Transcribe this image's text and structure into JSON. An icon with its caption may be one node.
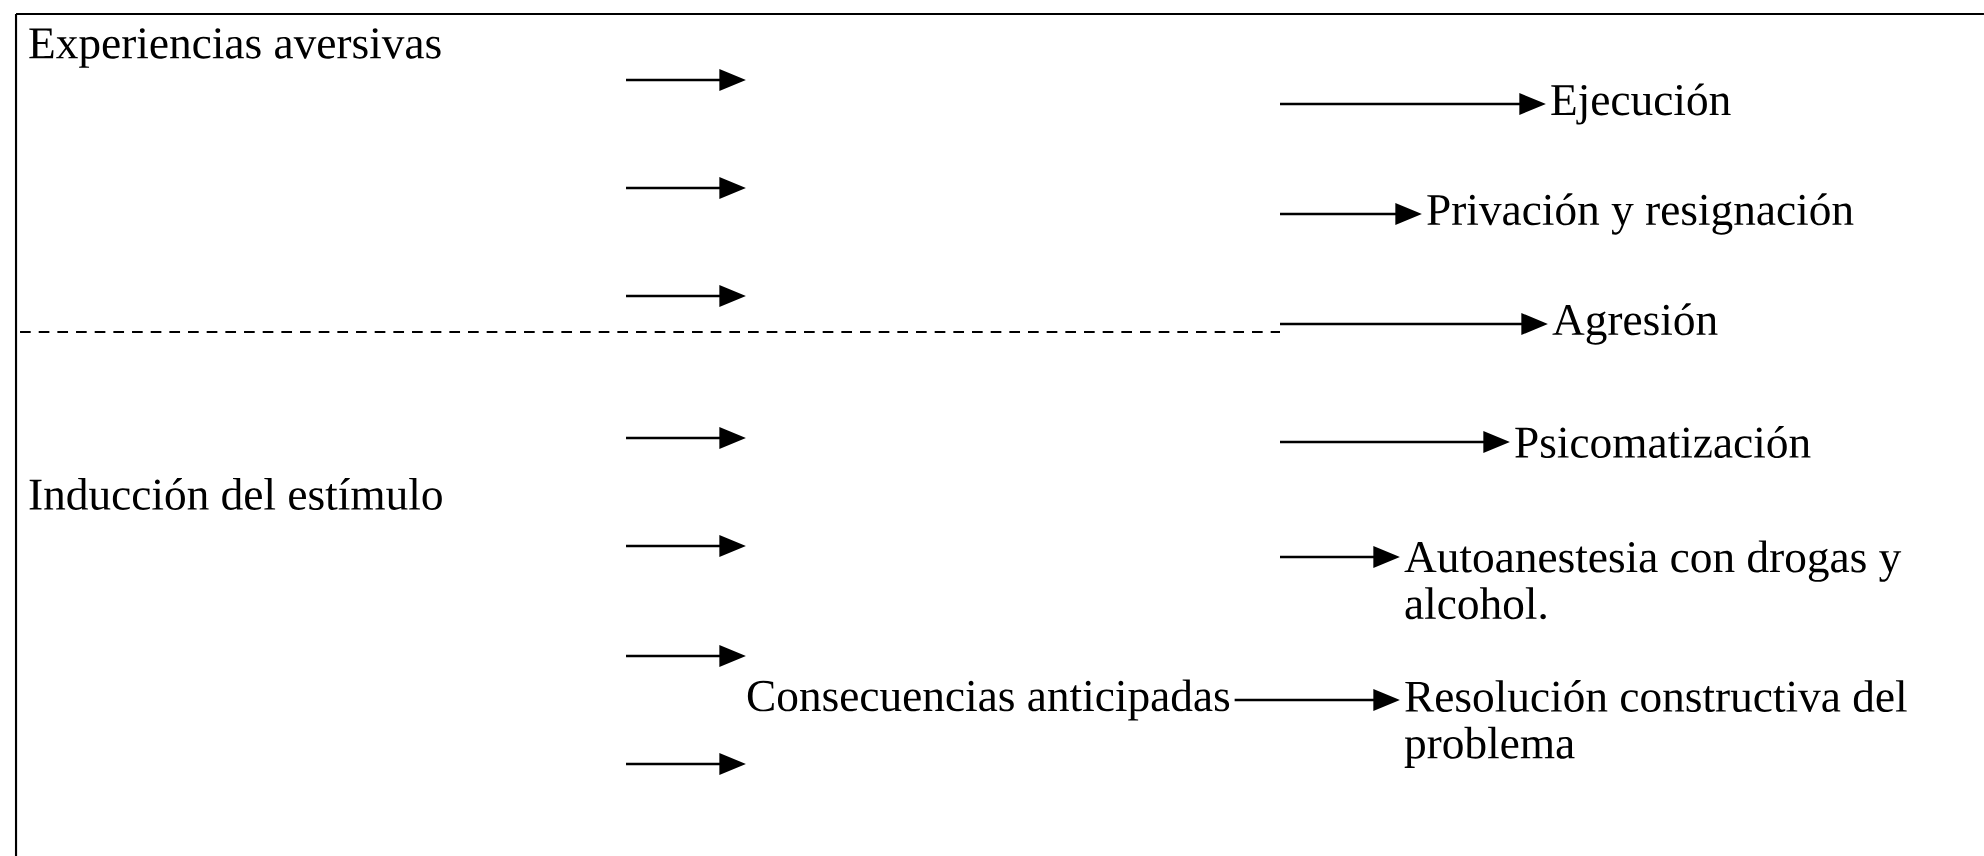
{
  "diagram": {
    "nodes": [
      {
        "text": [
          "Experiencias aversivas"
        ]
      },
      {
        "text": [
          "Inducción del estímulo"
        ]
      },
      {
        "text": [
          "Consecuencias anticipadas"
        ]
      },
      {
        "text": [
          "Ejecución"
        ]
      },
      {
        "text": [
          "Privación y resignación"
        ]
      },
      {
        "text": [
          "Agresión"
        ]
      },
      {
        "text": [
          "Psicomatización"
        ]
      },
      {
        "text": [
          "Autoanestesia con drogas y alcohol."
        ]
      },
      {
        "text": [
          "Resolución constructiva del problema"
        ]
      }
    ],
    "edges": [
      {
        "from": null,
        "to": 3,
        "arrow": "to"
      },
      {
        "from": null,
        "to": 4,
        "arrow": "to"
      },
      {
        "from": null,
        "to": 5,
        "arrow": "to"
      },
      {
        "from": null,
        "to": 6,
        "arrow": "to"
      },
      {
        "from": null,
        "to": 7,
        "arrow": "to"
      },
      {
        "from": 2,
        "to": 8,
        "arrow": "to"
      }
    ]
  }
}
